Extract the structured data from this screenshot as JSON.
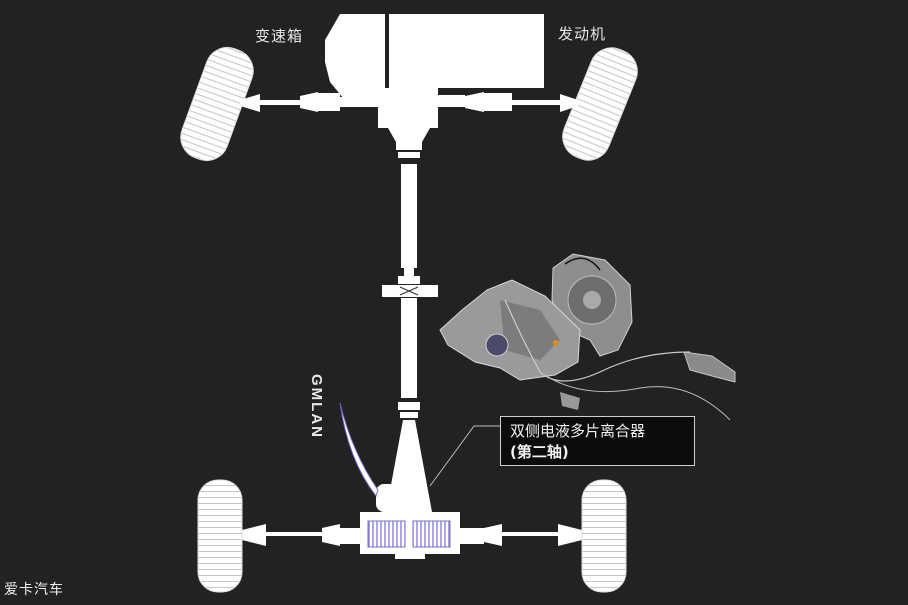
{
  "labels": {
    "gearbox": "变速箱",
    "engine": "发动机",
    "bus": "GMLAN"
  },
  "callout": {
    "line1": "双侧电液多片离合器",
    "line2": "(第二轴)"
  },
  "watermark": "爱卡汽车",
  "colors": {
    "background": "#222222",
    "component": "#ffffff",
    "clutch_pack": "#c9c3f0",
    "callout_bg": "#0c0c0c"
  }
}
